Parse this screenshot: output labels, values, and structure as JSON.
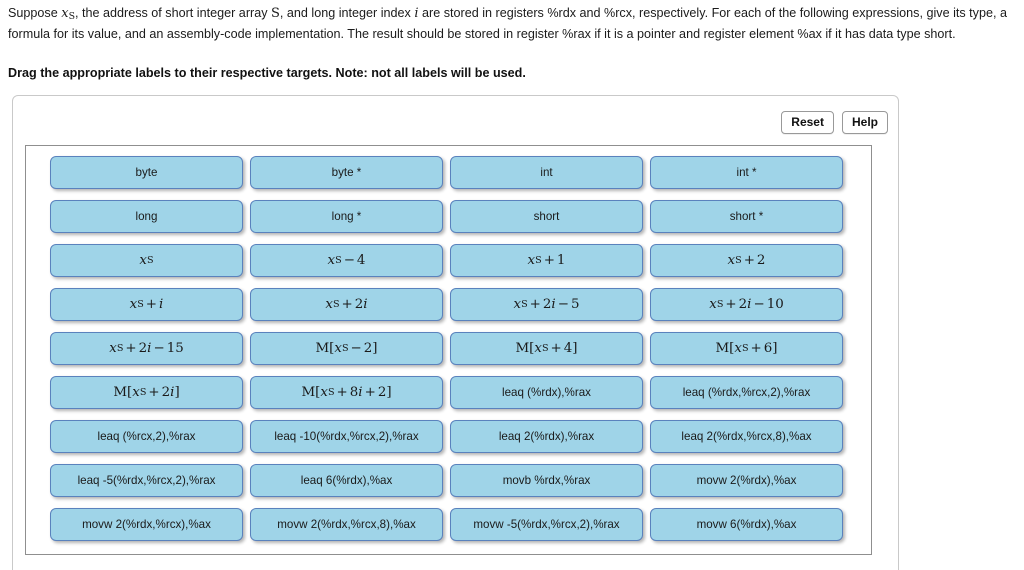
{
  "prompt": {
    "segments": [
      {
        "t": "text",
        "v": "Suppose "
      },
      {
        "t": "mathsub",
        "v": "x",
        "sub": "S"
      },
      {
        "t": "text",
        "v": ", the address of short integer array "
      },
      {
        "t": "mathup",
        "v": "S"
      },
      {
        "t": "text",
        "v": ", and long integer index "
      },
      {
        "t": "mathvar",
        "v": "i"
      },
      {
        "t": "text",
        "v": " are stored in registers %rdx and %rcx, respectively. For each of the following expressions, give its type, a formula for its value, and an assembly-code implementation. The result should be stored in register %rax if it is a pointer and register element %ax if it has data type short."
      }
    ],
    "plain": "Suppose xS, the address of short integer array S, and long integer index i are stored in registers %rdx and %rcx, respectively. For each of the following expressions, give its type, a formula for its value, and an assembly-code implementation. The result should be stored in register %rax if it is a pointer and register element %ax if it has data type short."
  },
  "instruction": "Drag the appropriate labels to their respective targets. Note: not all labels will be used.",
  "toolbar": {
    "reset_label": "Reset",
    "help_label": "Help"
  },
  "colors": {
    "tile_fill": "#9fd4e8",
    "tile_border": "#5a82bd",
    "bank_border": "#8f8f8f",
    "card_border": "#c9c9c9",
    "text": "#1a1a1a"
  },
  "label_bank": {
    "columns": 4,
    "tiles": [
      {
        "id": 1,
        "text": "byte",
        "math": false
      },
      {
        "id": 2,
        "text": "byte *",
        "math": false
      },
      {
        "id": 3,
        "text": "int",
        "math": false
      },
      {
        "id": 4,
        "text": "int *",
        "math": false
      },
      {
        "id": 5,
        "text": "long",
        "math": false
      },
      {
        "id": 6,
        "text": "long *",
        "math": false
      },
      {
        "id": 7,
        "text": "short",
        "math": false
      },
      {
        "id": 8,
        "text": "short *",
        "math": false
      },
      {
        "id": 9,
        "text": "xS",
        "math": true,
        "html": "<i>x</i><sub>S</sub>"
      },
      {
        "id": 10,
        "text": "xS − 4",
        "math": true,
        "html": "<i>x</i><sub>S</sub><span class=\"op\">−</span>4"
      },
      {
        "id": 11,
        "text": "xS + 1",
        "math": true,
        "html": "<i>x</i><sub>S</sub><span class=\"op\">+</span>1"
      },
      {
        "id": 12,
        "text": "xS + 2",
        "math": true,
        "html": "<i>x</i><sub>S</sub><span class=\"op\">+</span>2"
      },
      {
        "id": 13,
        "text": "xS + i",
        "math": true,
        "html": "<i>x</i><sub>S</sub><span class=\"op\">+</span><i>i</i>"
      },
      {
        "id": 14,
        "text": "xS + 2i",
        "math": true,
        "html": "<i>x</i><sub>S</sub><span class=\"op\">+</span>2<i>i</i>"
      },
      {
        "id": 15,
        "text": "xS + 2i − 5",
        "math": true,
        "html": "<i>x</i><sub>S</sub><span class=\"op\">+</span>2<i>i</i><span class=\"op\">−</span>5"
      },
      {
        "id": 16,
        "text": "xS + 2i − 10",
        "math": true,
        "html": "<i>x</i><sub>S</sub><span class=\"op\">+</span>2<i>i</i><span class=\"op\">−</span>10"
      },
      {
        "id": 17,
        "text": "xS + 2i − 15",
        "math": true,
        "html": "<i>x</i><sub>S</sub><span class=\"op\">+</span>2<i>i</i><span class=\"op\">−</span>15"
      },
      {
        "id": 18,
        "text": "M[xS − 2]",
        "math": true,
        "html": "M[<i>x</i><sub>S</sub><span class=\"op\">−</span>2]"
      },
      {
        "id": 19,
        "text": "M[xS + 4]",
        "math": true,
        "html": "M[<i>x</i><sub>S</sub><span class=\"op\">+</span>4]"
      },
      {
        "id": 20,
        "text": "M[xS + 6]",
        "math": true,
        "html": "M[<i>x</i><sub>S</sub><span class=\"op\">+</span>6]"
      },
      {
        "id": 21,
        "text": "M[xS + 2i]",
        "math": true,
        "html": "M[<i>x</i><sub>S</sub><span class=\"op\">+</span>2<i>i</i>]"
      },
      {
        "id": 22,
        "text": "M[xS + 8i + 2]",
        "math": true,
        "html": "M[<i>x</i><sub>S</sub><span class=\"op\">+</span>8<i>i</i><span class=\"op\">+</span>2]"
      },
      {
        "id": 23,
        "text": "leaq (%rdx),%rax",
        "math": false
      },
      {
        "id": 24,
        "text": "leaq (%rdx,%rcx,2),%rax",
        "math": false
      },
      {
        "id": 25,
        "text": "leaq (%rcx,2),%rax",
        "math": false
      },
      {
        "id": 26,
        "text": "leaq -10(%rdx,%rcx,2),%rax",
        "math": false
      },
      {
        "id": 27,
        "text": "leaq 2(%rdx),%rax",
        "math": false
      },
      {
        "id": 28,
        "text": "leaq 2(%rdx,%rcx,8),%ax",
        "math": false
      },
      {
        "id": 29,
        "text": "leaq -5(%rdx,%rcx,2),%rax",
        "math": false
      },
      {
        "id": 30,
        "text": "leaq 6(%rdx),%ax",
        "math": false
      },
      {
        "id": 31,
        "text": "movb %rdx,%rax",
        "math": false
      },
      {
        "id": 32,
        "text": "movw 2(%rdx),%ax",
        "math": false
      },
      {
        "id": 33,
        "text": "movw 2(%rdx,%rcx),%ax",
        "math": false
      },
      {
        "id": 34,
        "text": "movw 2(%rdx,%rcx,8),%ax",
        "math": false
      },
      {
        "id": 35,
        "text": "movw -5(%rdx,%rcx,2),%rax",
        "math": false
      },
      {
        "id": 36,
        "text": "movw 6(%rdx),%ax",
        "math": false
      }
    ]
  }
}
